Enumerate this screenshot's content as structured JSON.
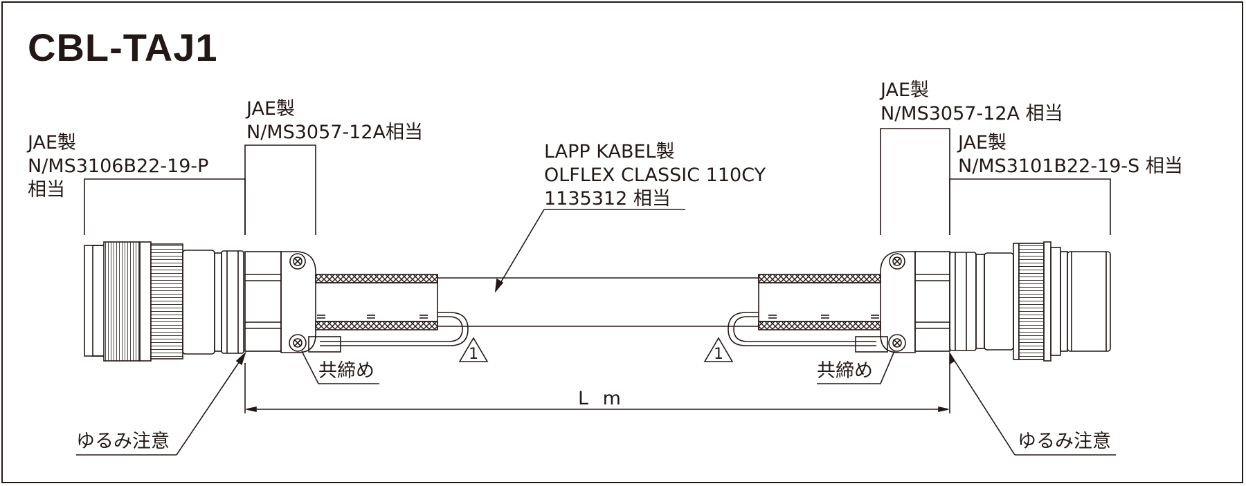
{
  "title": "CBL-TAJ1",
  "left_plug": {
    "maker": "JAE製",
    "part": "N/MS3106B22-19-P",
    "note": "相当"
  },
  "left_clamp": {
    "maker": "JAE製",
    "part": "N/MS3057-12A相当"
  },
  "cable": {
    "maker": "LAPP KABEL製",
    "name": "OLFLEX CLASSIC 110CY",
    "part": "1135312 相当"
  },
  "right_clamp": {
    "maker": "JAE製",
    "part": "N/MS3057-12A 相当"
  },
  "right_receptacle": {
    "maker": "JAE製",
    "part": "N/MS3101B22-19-S 相当"
  },
  "shield_note_left": "共締め",
  "shield_note_right": "共締め",
  "loose_note_left": "ゆるみ注意",
  "loose_note_right": "ゆるみ注意",
  "length_label": "L m",
  "warning_mark": "1",
  "colors": {
    "line": "#231815",
    "background": "#ffffff"
  }
}
